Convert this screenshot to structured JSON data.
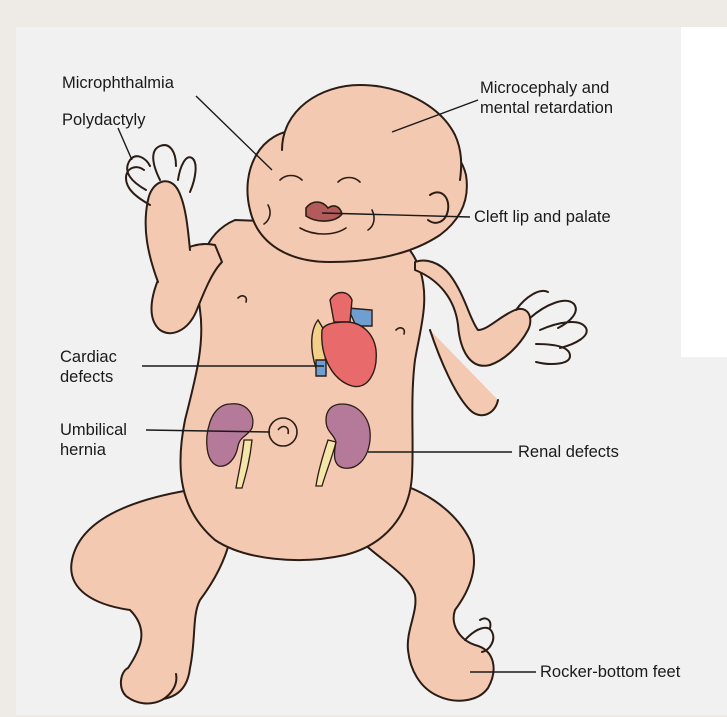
{
  "labels": {
    "microphthalmia": "Microphthalmia",
    "polydactyly": "Polydactyly",
    "microcephaly_line1": "Microcephaly and",
    "microcephaly_line2": "mental retardation",
    "cleft": "Cleft lip and palate",
    "cardiac_line1": "Cardiac",
    "cardiac_line2": "defects",
    "umbilical_line1": "Umbilical",
    "umbilical_line2": "hernia",
    "renal": "Renal defects",
    "rocker": "Rocker-bottom feet"
  },
  "colors": {
    "skin": "#f4c9b1",
    "skin_shadow": "#e8b39a",
    "outline": "#2b1d16",
    "heart_red": "#e86a6a",
    "heart_blue": "#6f9fd1",
    "heart_yellow": "#f2d08a",
    "kidney": "#b57a9a",
    "ureter": "#f4e6a8",
    "leader": "#1a1a1a"
  }
}
